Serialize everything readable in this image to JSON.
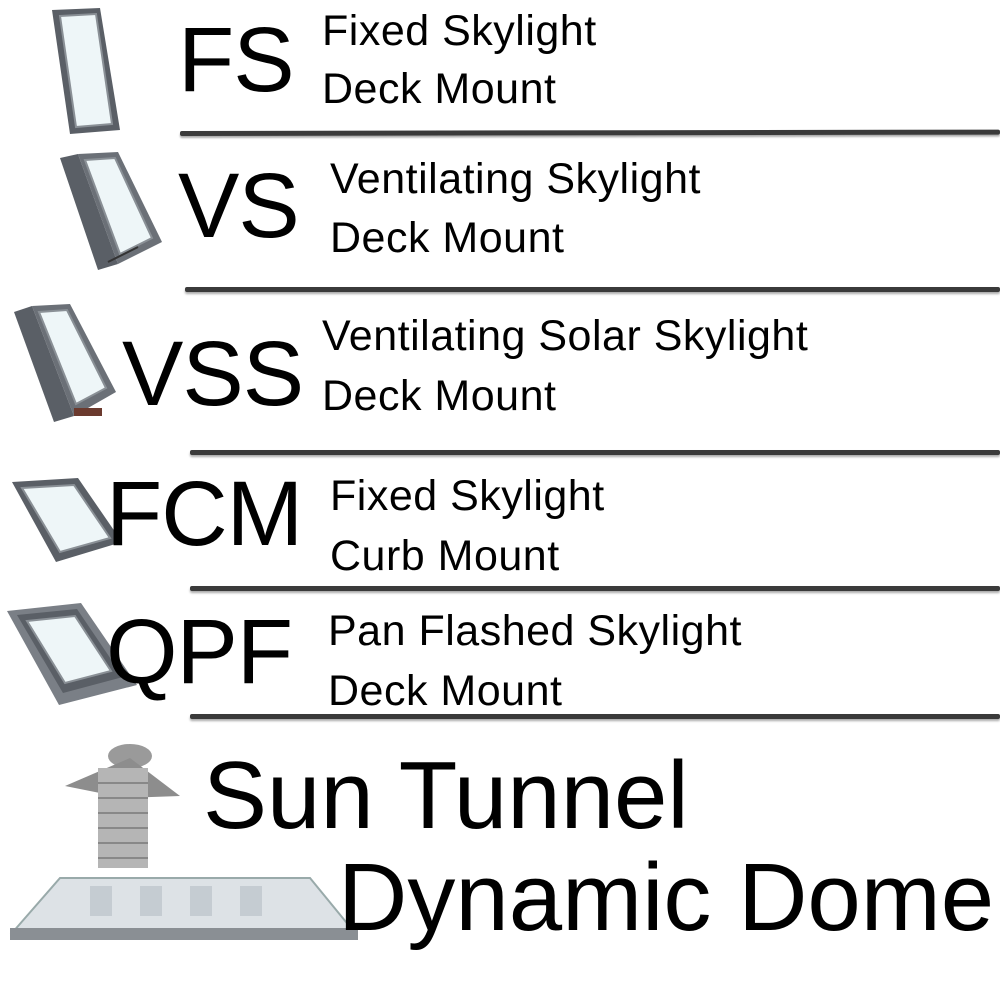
{
  "items": [
    {
      "code": "FS",
      "line1": "Fixed Skylight",
      "line2": "Deck Mount",
      "icon": "fixed-skylight-icon"
    },
    {
      "code": "VS",
      "line1": "Ventilating Skylight",
      "line2": "Deck Mount",
      "icon": "ventilating-skylight-icon"
    },
    {
      "code": "VSS",
      "line1": "Ventilating Solar Skylight",
      "line2": "Deck Mount",
      "icon": "solar-skylight-icon"
    },
    {
      "code": "FCM",
      "line1": "Fixed Skylight",
      "line2": "Curb Mount",
      "icon": "curb-mount-skylight-icon"
    },
    {
      "code": "QPF",
      "line1": "Pan Flashed Skylight",
      "line2": "Deck Mount",
      "icon": "pan-flashed-skylight-icon"
    }
  ],
  "sun_tunnel": {
    "line1": "Sun Tunnel",
    "line2": "Dynamic Dome",
    "icon": "sun-tunnel-icon"
  },
  "colors": {
    "frame": "#5a5f66",
    "glass": "#eef6f8",
    "divider": "#3a3a3a"
  }
}
